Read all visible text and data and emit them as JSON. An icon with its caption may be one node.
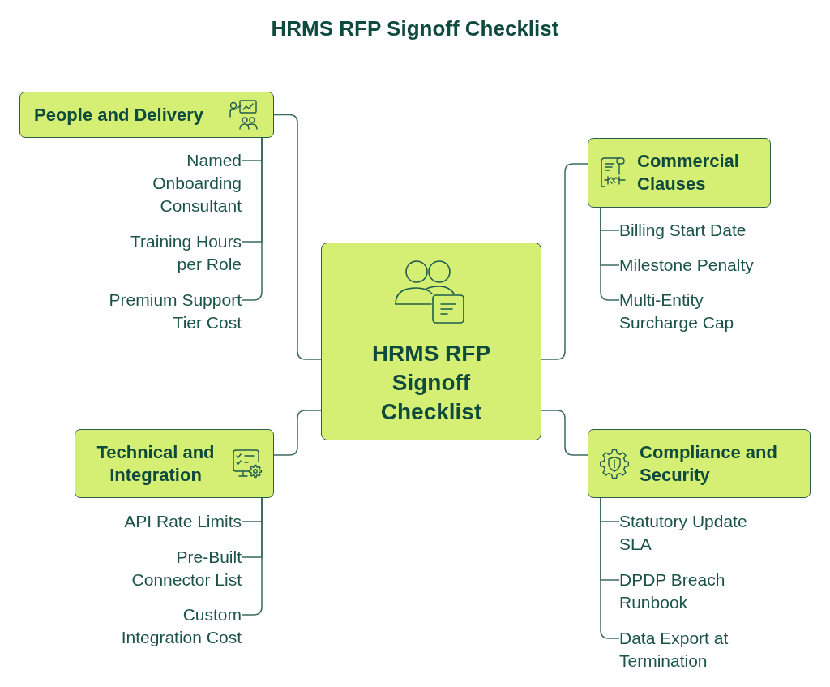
{
  "diagram": {
    "title": "HRMS RFP Signoff Checklist",
    "nodes": [
      {
        "text": [
          "HRMS RFP Signoff Checklist"
        ]
      },
      {
        "text": [
          "People and Delivery"
        ]
      },
      {
        "text": [
          "Named Onboarding Consultant"
        ]
      },
      {
        "text": [
          "Training Hours per Role"
        ]
      },
      {
        "text": [
          "Premium Support Tier Cost"
        ]
      },
      {
        "text": [
          "Commercial Clauses"
        ]
      },
      {
        "text": [
          "Billing Start Date"
        ]
      },
      {
        "text": [
          "Milestone Penalty"
        ]
      },
      {
        "text": [
          "Multi-Entity Surcharge Cap"
        ]
      },
      {
        "text": [
          "Technical and Integration"
        ]
      },
      {
        "text": [
          "API Rate Limits"
        ]
      },
      {
        "text": [
          "Pre-Built Connector List"
        ]
      },
      {
        "text": [
          "Custom Integration Cost"
        ]
      },
      {
        "text": [
          "Compliance and Security"
        ]
      },
      {
        "text": [
          "Statutory Update SLA"
        ]
      },
      {
        "text": [
          "DPDP Breach Runbook"
        ]
      },
      {
        "text": [
          "Data Export at Termination"
        ]
      }
    ],
    "edges": [
      {
        "from": 0,
        "to": 1,
        "arrow": "none"
      },
      {
        "from": 1,
        "to": 2,
        "arrow": "none"
      },
      {
        "from": 1,
        "to": 3,
        "arrow": "none"
      },
      {
        "from": 1,
        "to": 4,
        "arrow": "none"
      },
      {
        "from": 0,
        "to": 5,
        "arrow": "none"
      },
      {
        "from": 5,
        "to": 6,
        "arrow": "none"
      },
      {
        "from": 5,
        "to": 7,
        "arrow": "none"
      },
      {
        "from": 5,
        "to": 8,
        "arrow": "none"
      },
      {
        "from": 0,
        "to": 9,
        "arrow": "none"
      },
      {
        "from": 9,
        "to": 10,
        "arrow": "none"
      },
      {
        "from": 9,
        "to": 11,
        "arrow": "none"
      },
      {
        "from": 9,
        "to": 12,
        "arrow": "none"
      },
      {
        "from": 0,
        "to": 13,
        "arrow": "none"
      },
      {
        "from": 13,
        "to": 14,
        "arrow": "none"
      },
      {
        "from": 13,
        "to": 15,
        "arrow": "none"
      },
      {
        "from": 13,
        "to": 16,
        "arrow": "none"
      }
    ]
  }
}
